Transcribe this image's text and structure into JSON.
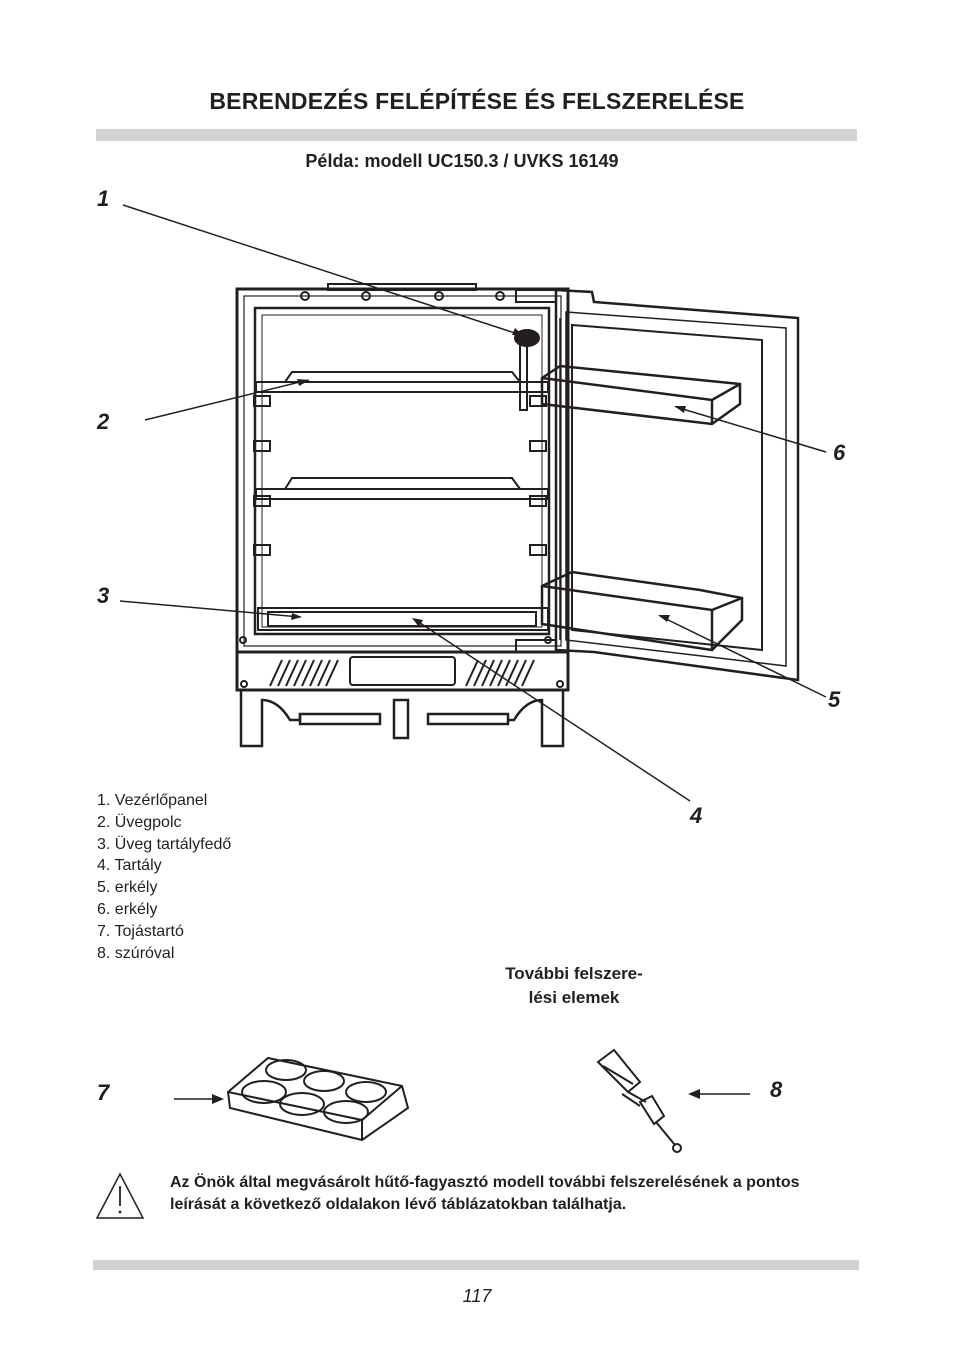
{
  "page": {
    "title": "BERENDEZÉS FELÉPÍTÉSE ÉS FELSZERELÉSE",
    "subtitle": "Példa: modell UC150.3 / UVKS 16149",
    "page_number": "117"
  },
  "figure": {
    "callouts": [
      "1",
      "2",
      "3",
      "4",
      "5",
      "6",
      "7",
      "8"
    ]
  },
  "legend": [
    "1. Vezérlőpanel",
    "2. Üvegpolc",
    "3. Üveg tartályfedő",
    "4. Tartály",
    "5. erkély",
    "6. erkély",
    "7. Tojástartó",
    "8. szúróval"
  ],
  "extras": {
    "title_line1": "További felszere-",
    "title_line2": "lési elemek"
  },
  "warning": {
    "icon": "warning-triangle-icon",
    "line1": "Az Önök által megvásárolt hűtő-fagyasztó modell további felszerelésének a pontos",
    "line2": "leírását a következő oldalakon lévő táblázatokban találhatja."
  }
}
